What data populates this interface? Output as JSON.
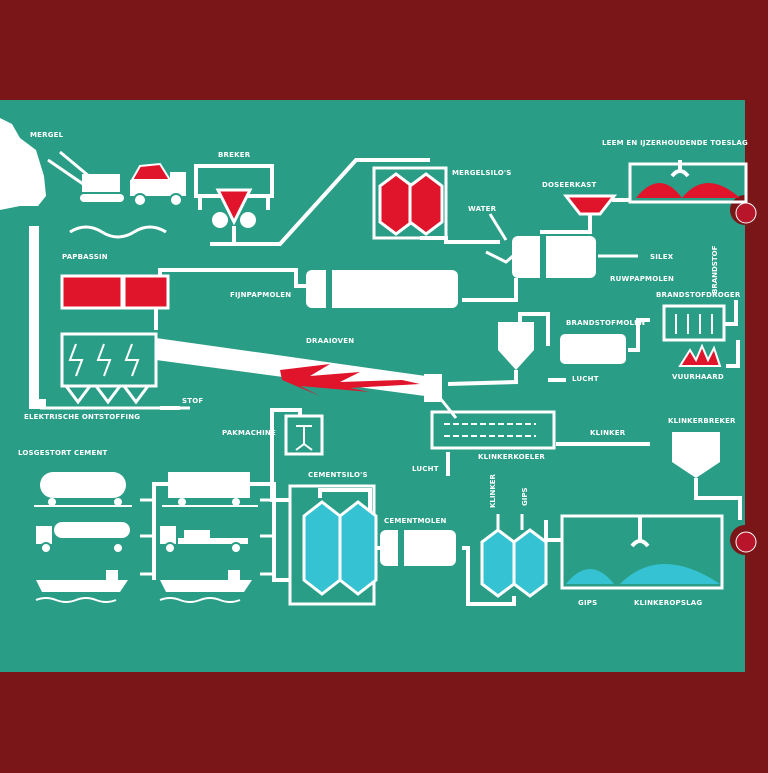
{
  "colors": {
    "frame": "#7a1518",
    "board": "#2a9d86",
    "line": "#ffffff",
    "material": "#e0142a",
    "cement": "#35c3d3"
  },
  "labels": {
    "mergel": "MERGEL",
    "breker": "BREKER",
    "mergelsilos": "MERGELSILO'S",
    "leem": "LEEM EN IJZERHOUDENDE TOESLAG",
    "doseerkast": "DOSEERKAST",
    "water": "WATER",
    "silex": "SILEX",
    "ruwpapmolen": "RUWPAPMOLEN",
    "brandstof": "BRANDSTOF",
    "papbassin": "PAPBASSIN",
    "fijnpapmolen": "FIJNPAPMOLEN",
    "brandstofdroger": "BRANDSTOFDROGER",
    "brandstofmolen": "BRANDSTOFMOLEN",
    "draaioven": "DRAAIOVEN",
    "vuurhaard": "VUURHAARD",
    "lucht_top": "LUCHT",
    "stof": "STOF",
    "elektrische": "ELEKTRISCHE ONTSTOFFING",
    "pakmachine": "PAKMACHINE",
    "klinker_arrow": "KLINKER",
    "klinkerbreker": "KLINKERBREKER",
    "losgestort": "LOSGESTORT CEMENT",
    "lucht_bottom": "LUCHT",
    "klinkerkoeler": "KLINKERKOELER",
    "cementsilos": "CEMENTSILO'S",
    "klinker_vertical": "KLINKER",
    "gips_vertical": "GIPS",
    "cementmolen": "CEMENTMOLEN",
    "gips": "GIPS",
    "klinkeropslag": "KLINKEROPSLAG"
  }
}
